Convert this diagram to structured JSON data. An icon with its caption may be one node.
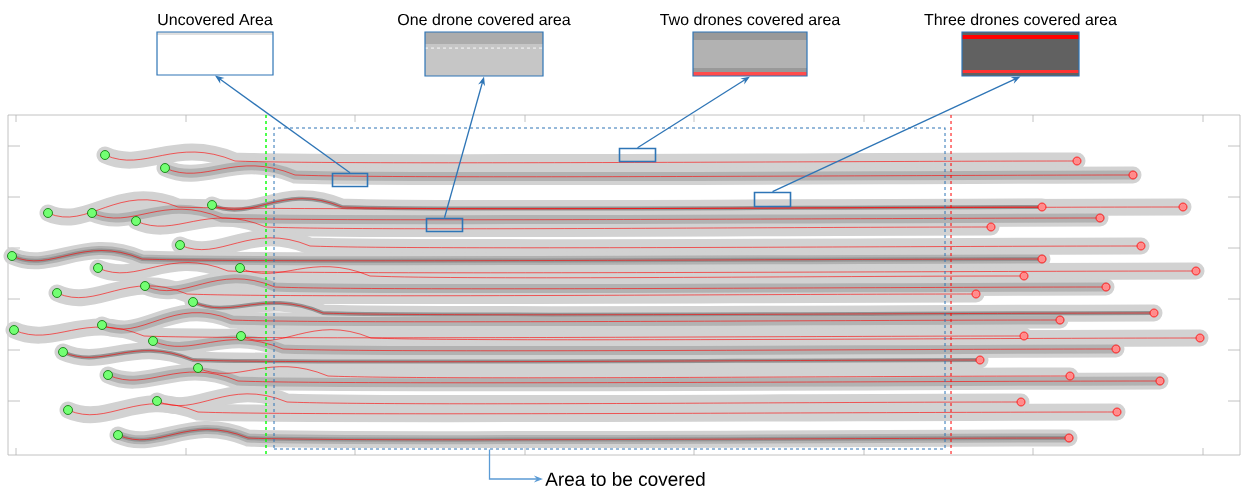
{
  "diagram": {
    "nodes": [
      {
        "text": [
          "Uncovered Area"
        ]
      },
      {
        "text": [
          "One drone covered area"
        ]
      },
      {
        "text": [
          "Two drones covered area"
        ]
      },
      {
        "text": [
          "Three drones covered area"
        ]
      },
      {
        "text": [],
        "shape": "box"
      },
      {
        "text": [],
        "shape": "box",
        "in": 4
      },
      {
        "text": [],
        "shape": "box",
        "in": 4
      },
      {
        "text": [],
        "shape": "box",
        "in": 4
      },
      {
        "text": [],
        "shape": "box",
        "in": 4
      },
      {
        "text": [
          "Area to be covered"
        ]
      }
    ],
    "edges": [
      {
        "from": 5,
        "to": 0,
        "arrow": "to"
      },
      {
        "from": 6,
        "to": 1,
        "arrow": "to"
      },
      {
        "from": 7,
        "to": 2,
        "arrow": "to"
      },
      {
        "from": 8,
        "to": 3,
        "arrow": "to"
      },
      {
        "from": 4,
        "to": 9,
        "arrow": "to"
      }
    ]
  }
}
